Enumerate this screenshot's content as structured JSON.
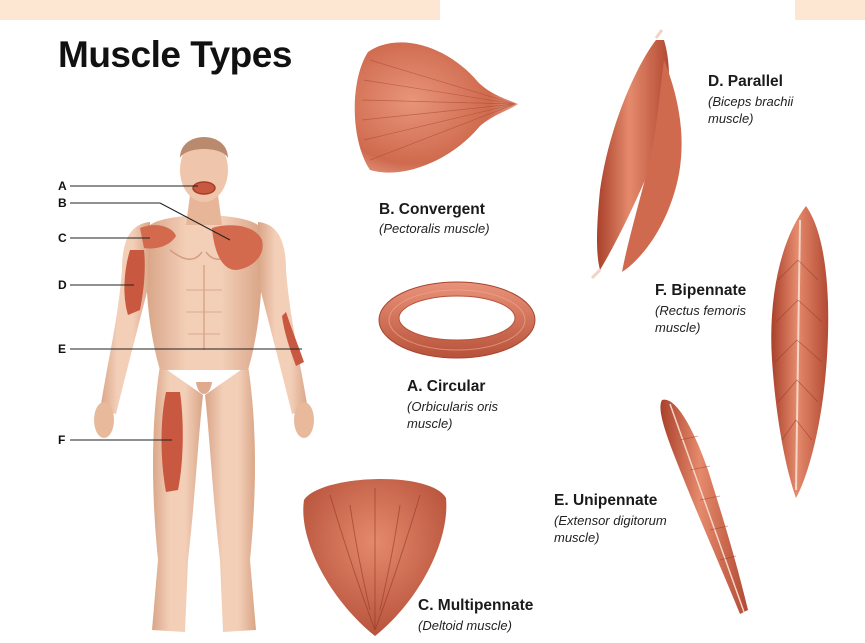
{
  "title": "Muscle Types",
  "figure_letters": [
    "A",
    "B",
    "C",
    "D",
    "E",
    "F"
  ],
  "muscles": {
    "convergent": {
      "title": "B. Convergent",
      "subtitle": "(Pectoralis muscle)"
    },
    "circular": {
      "title": "A. Circular",
      "subtitle_line1": "(Orbicularis oris",
      "subtitle_line2": "muscle)"
    },
    "multipennate": {
      "title": "C. Multipennate",
      "subtitle": "(Deltoid muscle)"
    },
    "parallel": {
      "title": "D. Parallel",
      "subtitle_line1": "(Biceps brachii",
      "subtitle_line2": "muscle)"
    },
    "bipennate": {
      "title": "F. Bipennate",
      "subtitle_line1": "(Rectus femoris",
      "subtitle_line2": "muscle)"
    },
    "unipennate": {
      "title": "E. Unipennate",
      "subtitle_line1": "(Extensor digitorum",
      "subtitle_line2": "muscle)"
    }
  },
  "colors": {
    "muscle": "#c8583f",
    "muscle_light": "#e58a6c",
    "skin": "#eec3aa",
    "skin_shade": "#dba58a",
    "corner_tint": "#fde6d2"
  }
}
